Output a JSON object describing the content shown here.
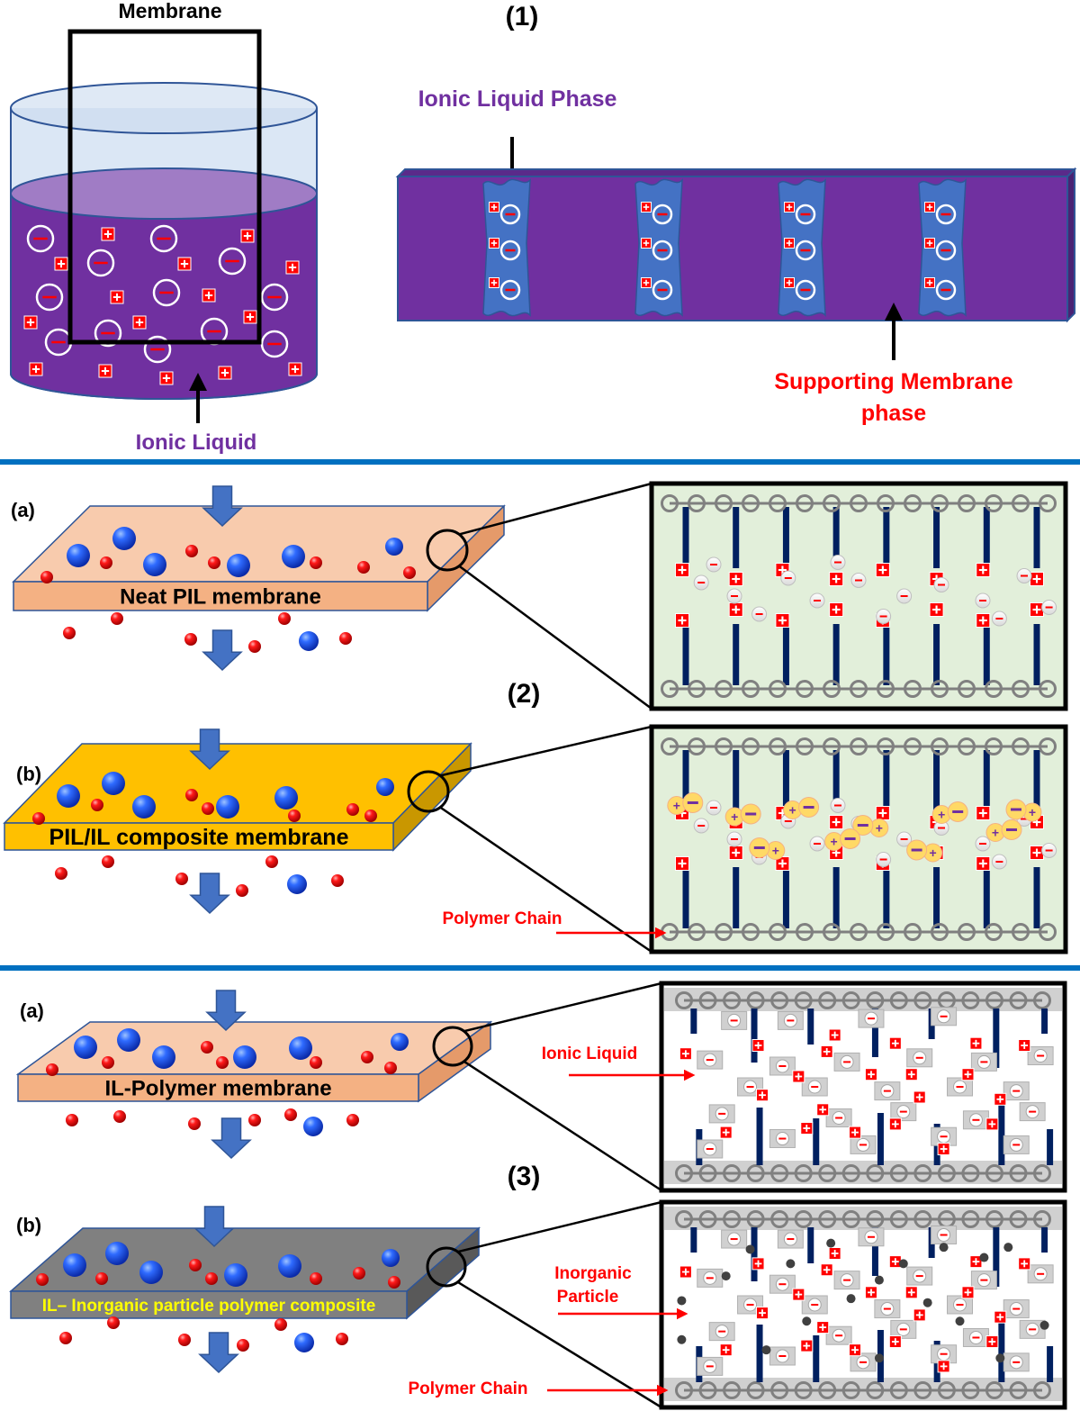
{
  "section1": {
    "number": "(1)",
    "membrane_label": "Membrane",
    "ionic_liquid_label": "Ionic Liquid",
    "ionic_liquid_phase_label": "Ionic Liquid Phase",
    "supporting_line1": "Supporting Membrane",
    "supporting_line2": "phase"
  },
  "section2": {
    "number": "(2)",
    "a_tag": "(a)",
    "a_membrane": "Neat PIL membrane",
    "b_tag": "(b)",
    "b_membrane": "PIL/IL composite membrane",
    "polymer_chain": "Polymer Chain"
  },
  "section3": {
    "number": "(3)",
    "a_tag": "(a)",
    "a_membrane": "IL-Polymer membrane",
    "b_tag": "(b)",
    "b_membrane": "IL– Inorganic particle polymer composite",
    "ionic_liquid": "Ionic Liquid",
    "inorganic_line1": "Inorganic",
    "inorganic_line2": "Particle",
    "polymer_chain": "Polymer Chain"
  },
  "colors": {
    "purple": "#7030a0",
    "blue_fill": "#4472c4",
    "red": "#ff0000",
    "divider": "#0070c0",
    "peach": "#f4b183",
    "gold": "#ffc000",
    "gray": "#808080",
    "green_box": "#e2efda",
    "navy": "#002060"
  }
}
